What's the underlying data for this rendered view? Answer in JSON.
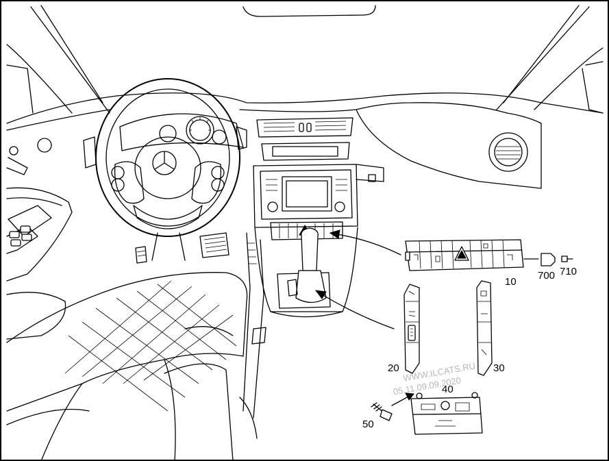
{
  "callouts": {
    "part_10": "10",
    "part_20": "20",
    "part_30": "30",
    "part_40": "40",
    "part_50": "50",
    "part_700": "700",
    "part_710": "710"
  },
  "watermark": {
    "line1": "WWW.ILCATS.RU",
    "line2": "05.11.09.09.2020"
  },
  "icons": [
    "steering-wheel-icon",
    "mercedes-star-icon",
    "gear-selector-icon",
    "hazard-warning-icon",
    "seat-heater-icon",
    "lock-icon"
  ]
}
